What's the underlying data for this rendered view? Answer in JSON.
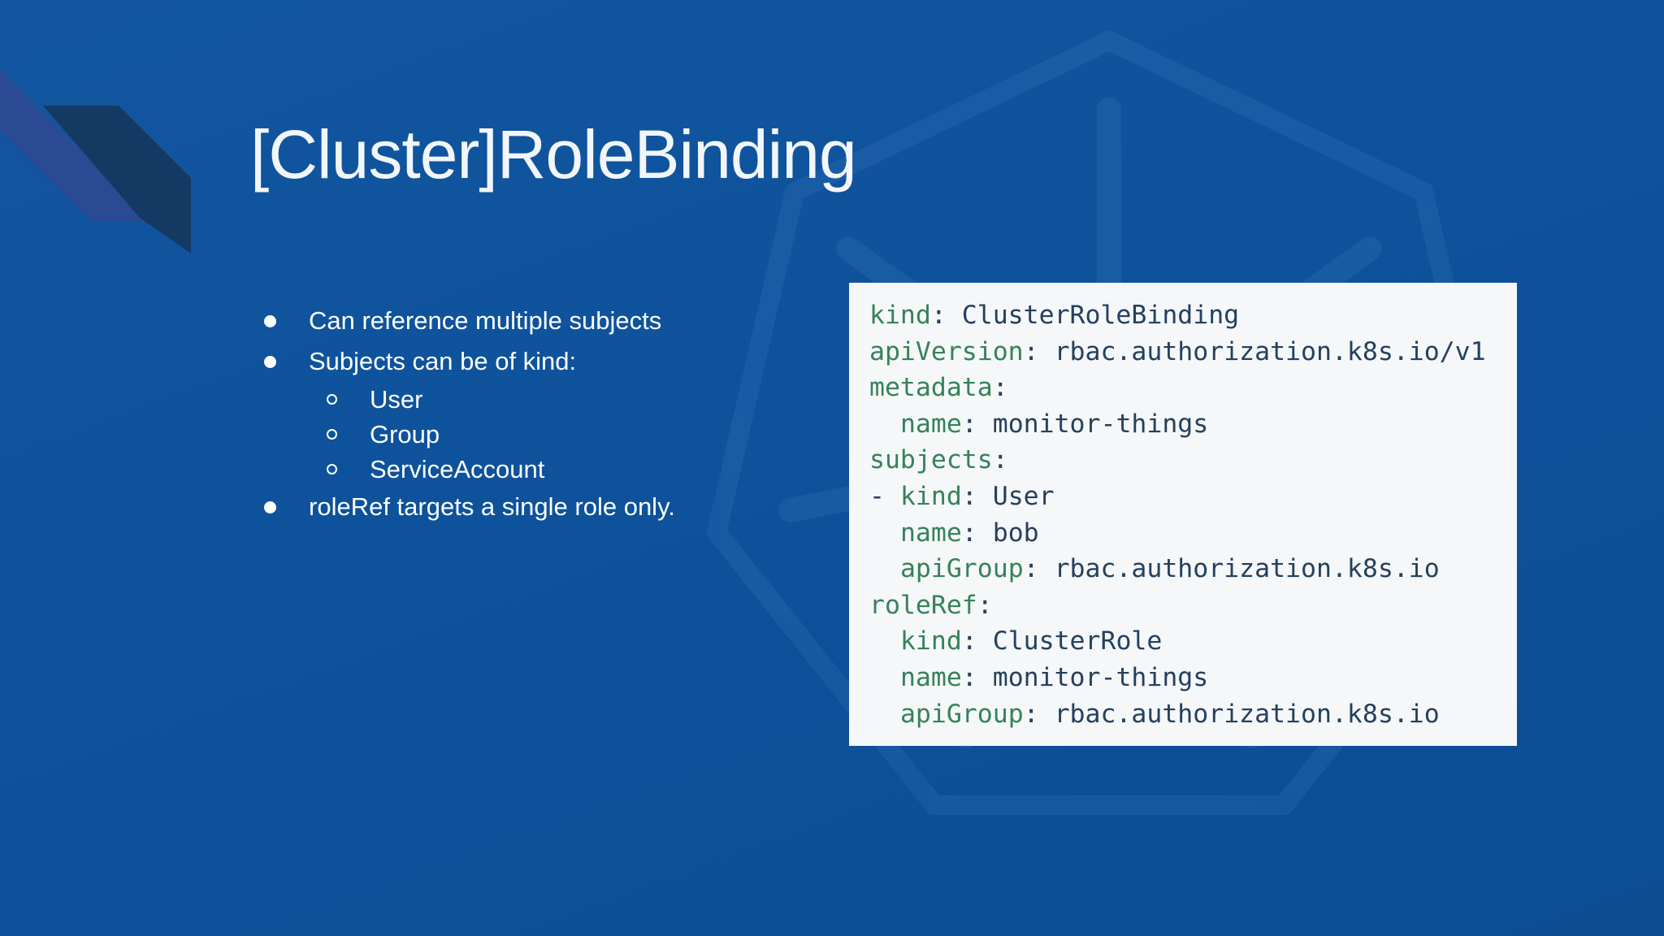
{
  "slide": {
    "title": "[Cluster]RoleBinding",
    "bullets": [
      {
        "level": 1,
        "text": "Can reference multiple subjects"
      },
      {
        "level": 1,
        "text": "Subjects can be of kind:"
      },
      {
        "level": 2,
        "text": "User"
      },
      {
        "level": 2,
        "text": "Group"
      },
      {
        "level": 2,
        "text": "ServiceAccount"
      },
      {
        "level": 1,
        "text": "roleRef targets a single role only."
      }
    ],
    "code_panel": {
      "lines": [
        [
          {
            "c": "k",
            "t": "kind"
          },
          {
            "c": "p",
            "t": ": ClusterRoleBinding"
          }
        ],
        [
          {
            "c": "k",
            "t": "apiVersion"
          },
          {
            "c": "p",
            "t": ": rbac.authorization.k8s.io/v1"
          }
        ],
        [
          {
            "c": "k",
            "t": "metadata"
          },
          {
            "c": "p",
            "t": ":"
          }
        ],
        [
          {
            "c": "p",
            "t": "  "
          },
          {
            "c": "k",
            "t": "name"
          },
          {
            "c": "p",
            "t": ": monitor-things"
          }
        ],
        [
          {
            "c": "k",
            "t": "subjects"
          },
          {
            "c": "p",
            "t": ":"
          }
        ],
        [
          {
            "c": "p",
            "t": "- "
          },
          {
            "c": "k",
            "t": "kind"
          },
          {
            "c": "p",
            "t": ": User"
          }
        ],
        [
          {
            "c": "p",
            "t": "  "
          },
          {
            "c": "k",
            "t": "name"
          },
          {
            "c": "p",
            "t": ": bob"
          }
        ],
        [
          {
            "c": "p",
            "t": "  "
          },
          {
            "c": "k",
            "t": "apiGroup"
          },
          {
            "c": "p",
            "t": ": rbac.authorization.k8s.io"
          }
        ],
        [
          {
            "c": "k",
            "t": "roleRef"
          },
          {
            "c": "p",
            "t": ":"
          }
        ],
        [
          {
            "c": "p",
            "t": "  "
          },
          {
            "c": "k",
            "t": "kind"
          },
          {
            "c": "p",
            "t": ": ClusterRole"
          }
        ],
        [
          {
            "c": "p",
            "t": "  "
          },
          {
            "c": "k",
            "t": "name"
          },
          {
            "c": "p",
            "t": ": monitor-things"
          }
        ],
        [
          {
            "c": "p",
            "t": "  "
          },
          {
            "c": "k",
            "t": "apiGroup"
          },
          {
            "c": "p",
            "t": ": rbac.authorization.k8s.io"
          }
        ]
      ]
    },
    "colors": {
      "background": "#0d519b",
      "background_top": "#11569f",
      "title_text": "#f2f6f9",
      "bullet_text": "#fdfefe",
      "panel_background": "#f5f7f8",
      "code_key": "#36825a",
      "code_value": "#24405e",
      "stripe_indigo": "#2b4a94",
      "stripe_navy": "#143a63",
      "watermark": "#6fb3e8"
    }
  }
}
